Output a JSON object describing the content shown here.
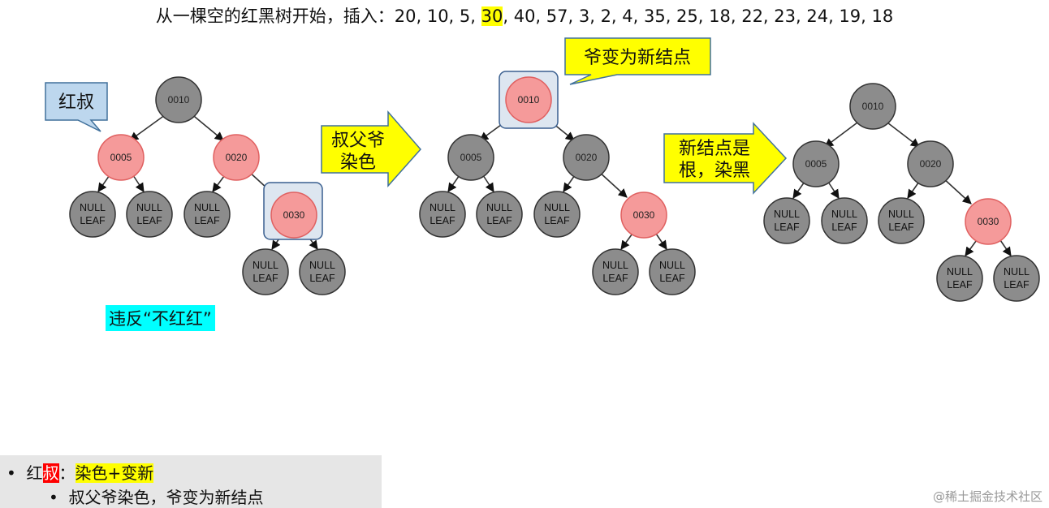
{
  "title": {
    "before": "从一棵空的红黑树开始，插入：20, 10, 5, ",
    "highlight": "30",
    "after": ", 40, 57, 3, 2, 4, 35, 25, 18, 22, 23, 24, 19, 18"
  },
  "callouts": {
    "red_uncle": "红叔",
    "arrow1_line1": "叔父爷",
    "arrow1_line2": "染色",
    "grandpa_new": "爷变为新结点",
    "arrow2_line1": "新结点是",
    "arrow2_line2": "根，染黑"
  },
  "violation": "违反“不红红”",
  "notes": {
    "bullet": "•",
    "item1_pre": "红",
    "item1_red": "叔",
    "item1_sep": "：",
    "item1_yellow": "染色+变新",
    "item2": "叔父爷染色，爷变为新结点"
  },
  "null_line1": "NULL",
  "null_line2": "LEAF",
  "trees": [
    {
      "nodes": [
        {
          "id": "a10",
          "label": "0010",
          "color": "black"
        },
        {
          "id": "a05",
          "label": "0005",
          "color": "red"
        },
        {
          "id": "a20",
          "label": "0020",
          "color": "red"
        },
        {
          "id": "a30",
          "label": "0030",
          "color": "red",
          "highlight": true
        }
      ]
    },
    {
      "nodes": [
        {
          "id": "b10",
          "label": "0010",
          "color": "red",
          "highlight": true
        },
        {
          "id": "b05",
          "label": "0005",
          "color": "black"
        },
        {
          "id": "b20",
          "label": "0020",
          "color": "black"
        },
        {
          "id": "b30",
          "label": "0030",
          "color": "red"
        }
      ]
    },
    {
      "nodes": [
        {
          "id": "c10",
          "label": "0010",
          "color": "black"
        },
        {
          "id": "c05",
          "label": "0005",
          "color": "black"
        },
        {
          "id": "c20",
          "label": "0020",
          "color": "black"
        },
        {
          "id": "c30",
          "label": "0030",
          "color": "red"
        }
      ]
    }
  ],
  "colors": {
    "black": "#8c8c8c",
    "red": "#f59a9a",
    "null": "#8c8c8c",
    "stroke": "#333333",
    "red_stroke": "#e06060"
  },
  "watermark": "@稀土掘金技术社区"
}
